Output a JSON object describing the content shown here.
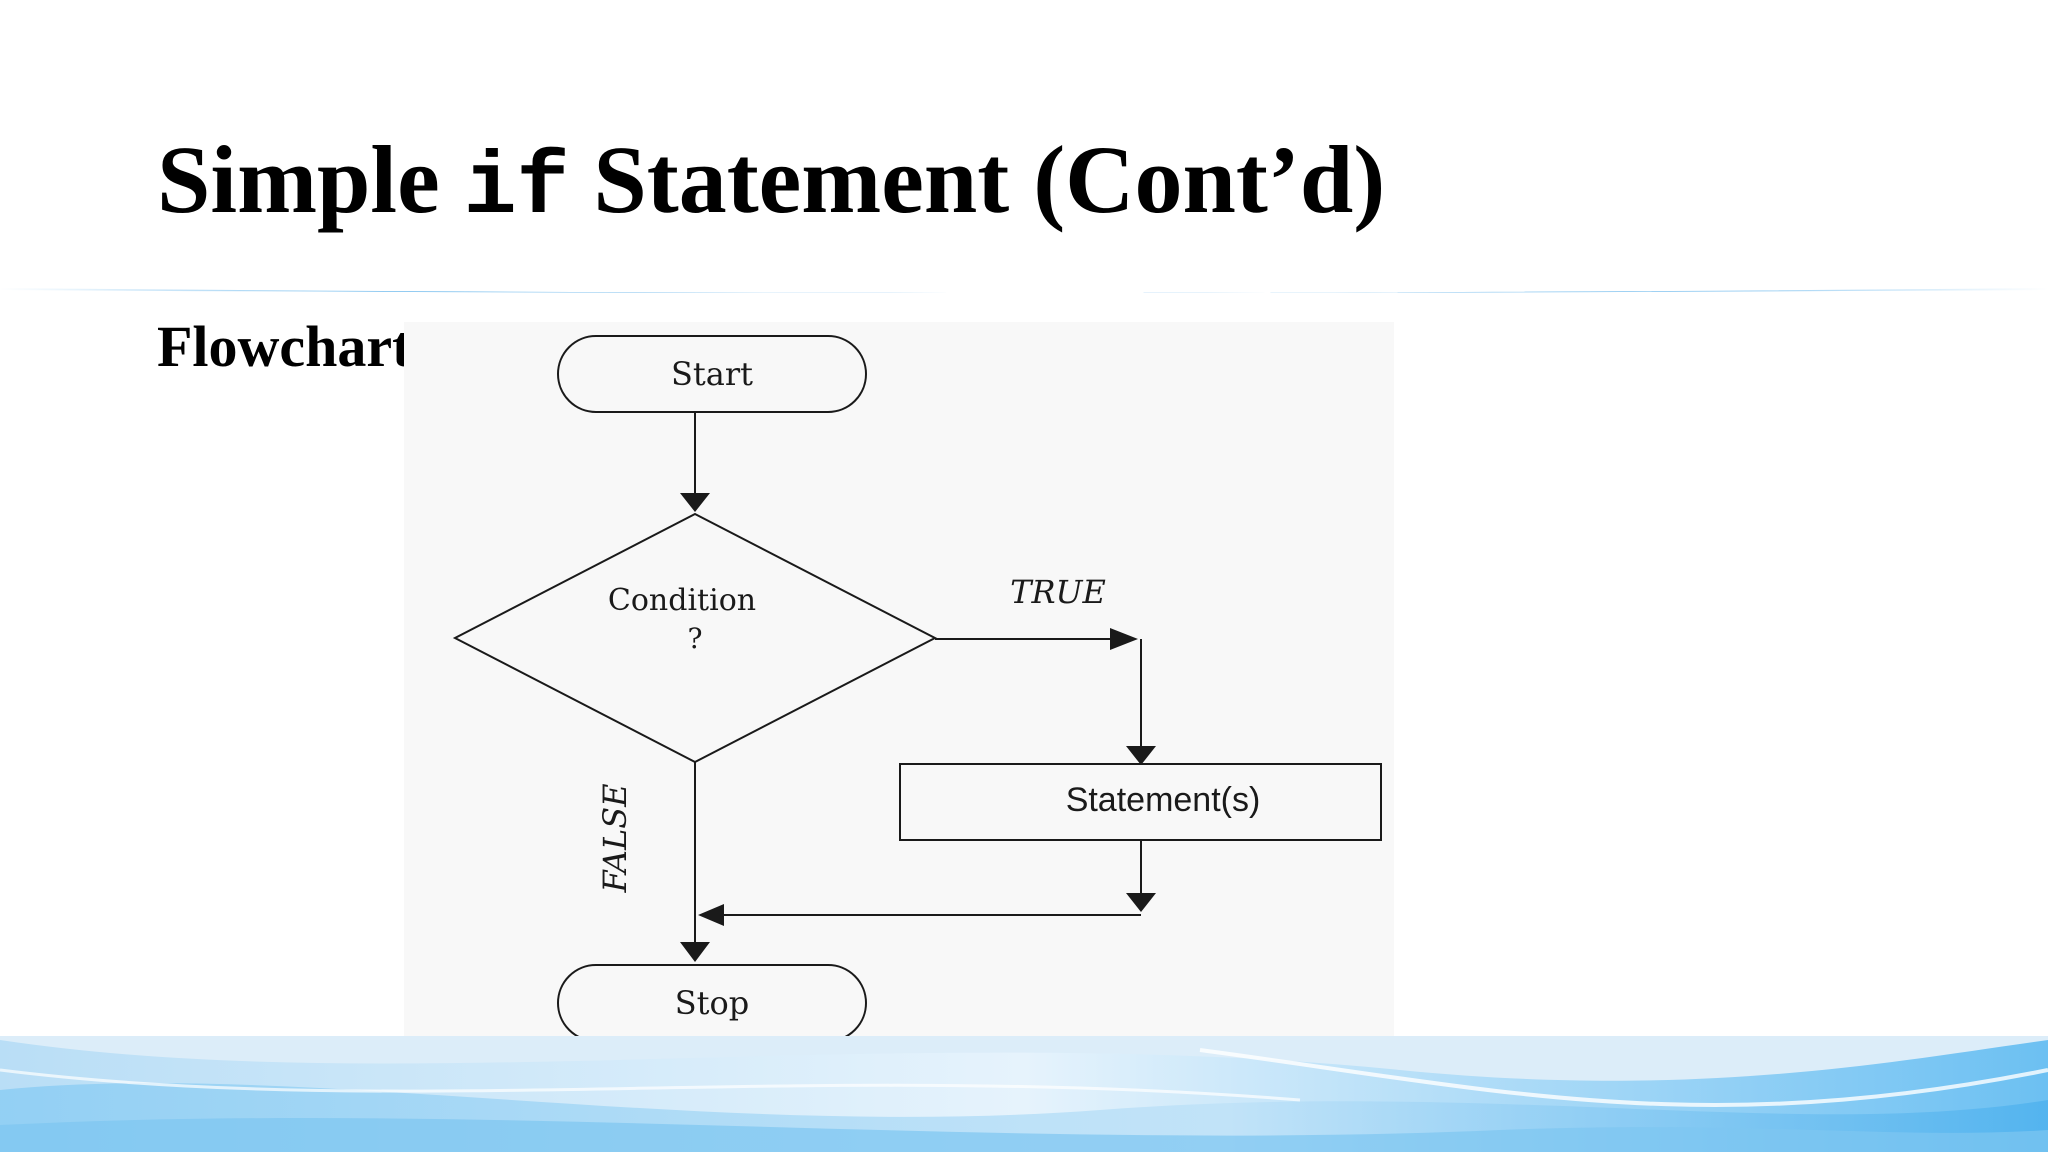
{
  "slide": {
    "title_pre": "Simple ",
    "title_code": "if",
    "title_post": " Statement (Cont’d)",
    "subheading": "Flowchart"
  },
  "flowchart": {
    "start_label": "Start",
    "condition_line1": "Condition",
    "condition_line2": "?",
    "true_label": "TRUE",
    "false_label": "FALSE",
    "statement_label": "Statement(s)",
    "stop_label": "Stop"
  },
  "colors": {
    "accent_blue": "#4aa8e8",
    "line": "#1a1a1a",
    "wave_light": "#cfe8f8"
  }
}
